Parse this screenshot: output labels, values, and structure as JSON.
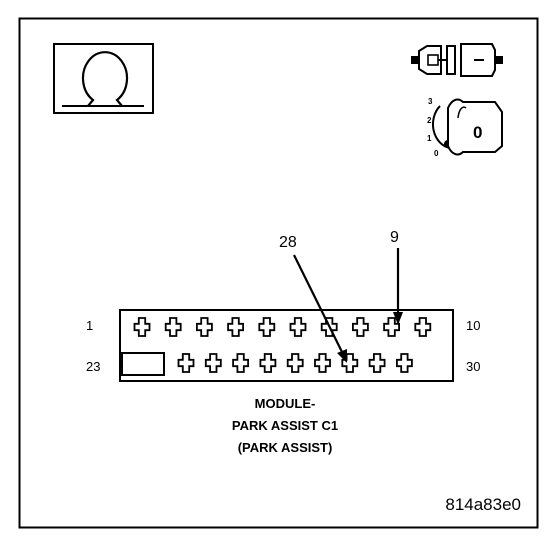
{
  "diagram": {
    "connector": {
      "pin_labels": {
        "top_left": "1",
        "top_right": "10",
        "bottom_left": "23",
        "bottom_right": "30"
      },
      "callouts": [
        {
          "label": "28"
        },
        {
          "label": "9"
        }
      ],
      "caption": [
        "MODULE-",
        "PARK ASSIST C1",
        "(PARK ASSIST)"
      ]
    },
    "ignition_key": {
      "positions": [
        "3",
        "2",
        "1",
        "0"
      ],
      "key_label": "0"
    },
    "figure_id": "814a83e0",
    "icons": [
      "ohmmeter-icon",
      "disconnect-connector-icon",
      "ignition-key-icon"
    ]
  }
}
